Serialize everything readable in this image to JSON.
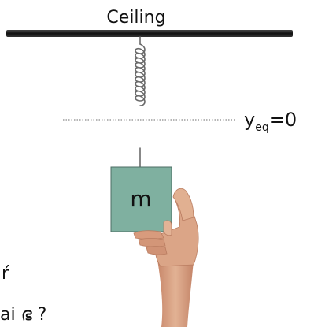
{
  "ceiling": {
    "label": "Ceiling"
  },
  "equilibrium": {
    "symbol": "y",
    "subscript": "eq",
    "value_text": "=0"
  },
  "mass": {
    "label": "m",
    "fill_color": "#7fb0a0"
  },
  "edge_text": {
    "line1": "ŕ",
    "line2": "ai ഭ ?"
  },
  "colors": {
    "ceiling_bar": "#111111",
    "spring": "#6a6a6a",
    "dotted_line": "#8a8a8a",
    "skin": "#d9a07c"
  }
}
